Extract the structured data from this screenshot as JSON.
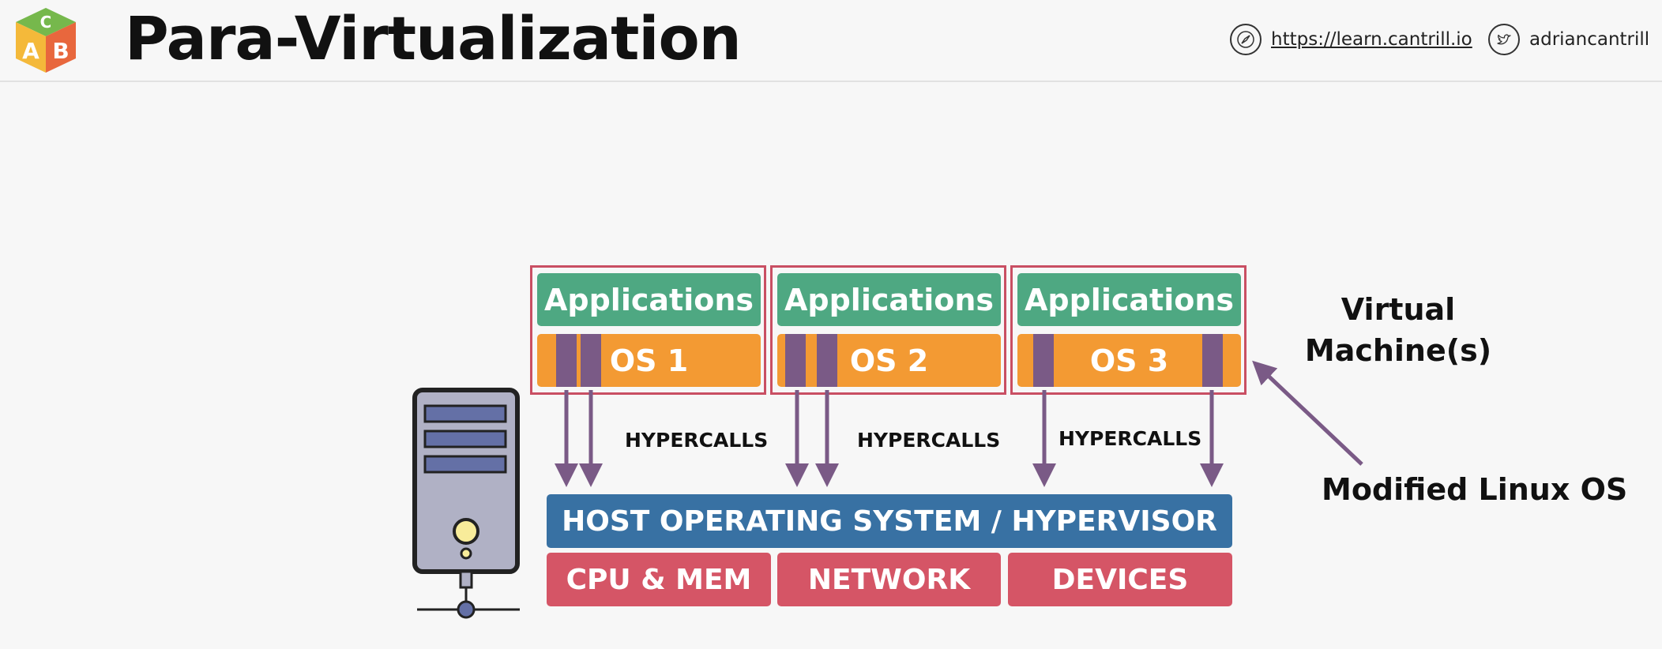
{
  "header": {
    "title": "Para-Virtualization",
    "logo_letters": [
      "C",
      "A",
      "B"
    ],
    "website": "https://learn.cantrill.io",
    "twitter": "adriancantrill",
    "icons": {
      "website": "compass-icon",
      "twitter": "twitter-bird-icon"
    }
  },
  "vms": [
    {
      "apps_label": "Applications",
      "os_label": "OS 1"
    },
    {
      "apps_label": "Applications",
      "os_label": "OS 2"
    },
    {
      "apps_label": "Applications",
      "os_label": "OS 3"
    }
  ],
  "hypercalls": [
    "HYPERCALLS",
    "HYPERCALLS",
    "HYPERCALLS"
  ],
  "host_label": "HOST OPERATING SYSTEM / HYPERVISOR",
  "resources": [
    "CPU & MEM",
    "NETWORK",
    "DEVICES"
  ],
  "labels": {
    "virtual_machines_line1": "Virtual",
    "virtual_machines_line2": "Machine(s)",
    "modified_os": "Modified Linux OS"
  },
  "colors": {
    "apps": "#4ea882",
    "os": "#f39a33",
    "stripe": "#7a5a86",
    "vm_border": "#c94f63",
    "host": "#3871a3",
    "resource": "#d55566",
    "arrow": "#7a5a86"
  }
}
